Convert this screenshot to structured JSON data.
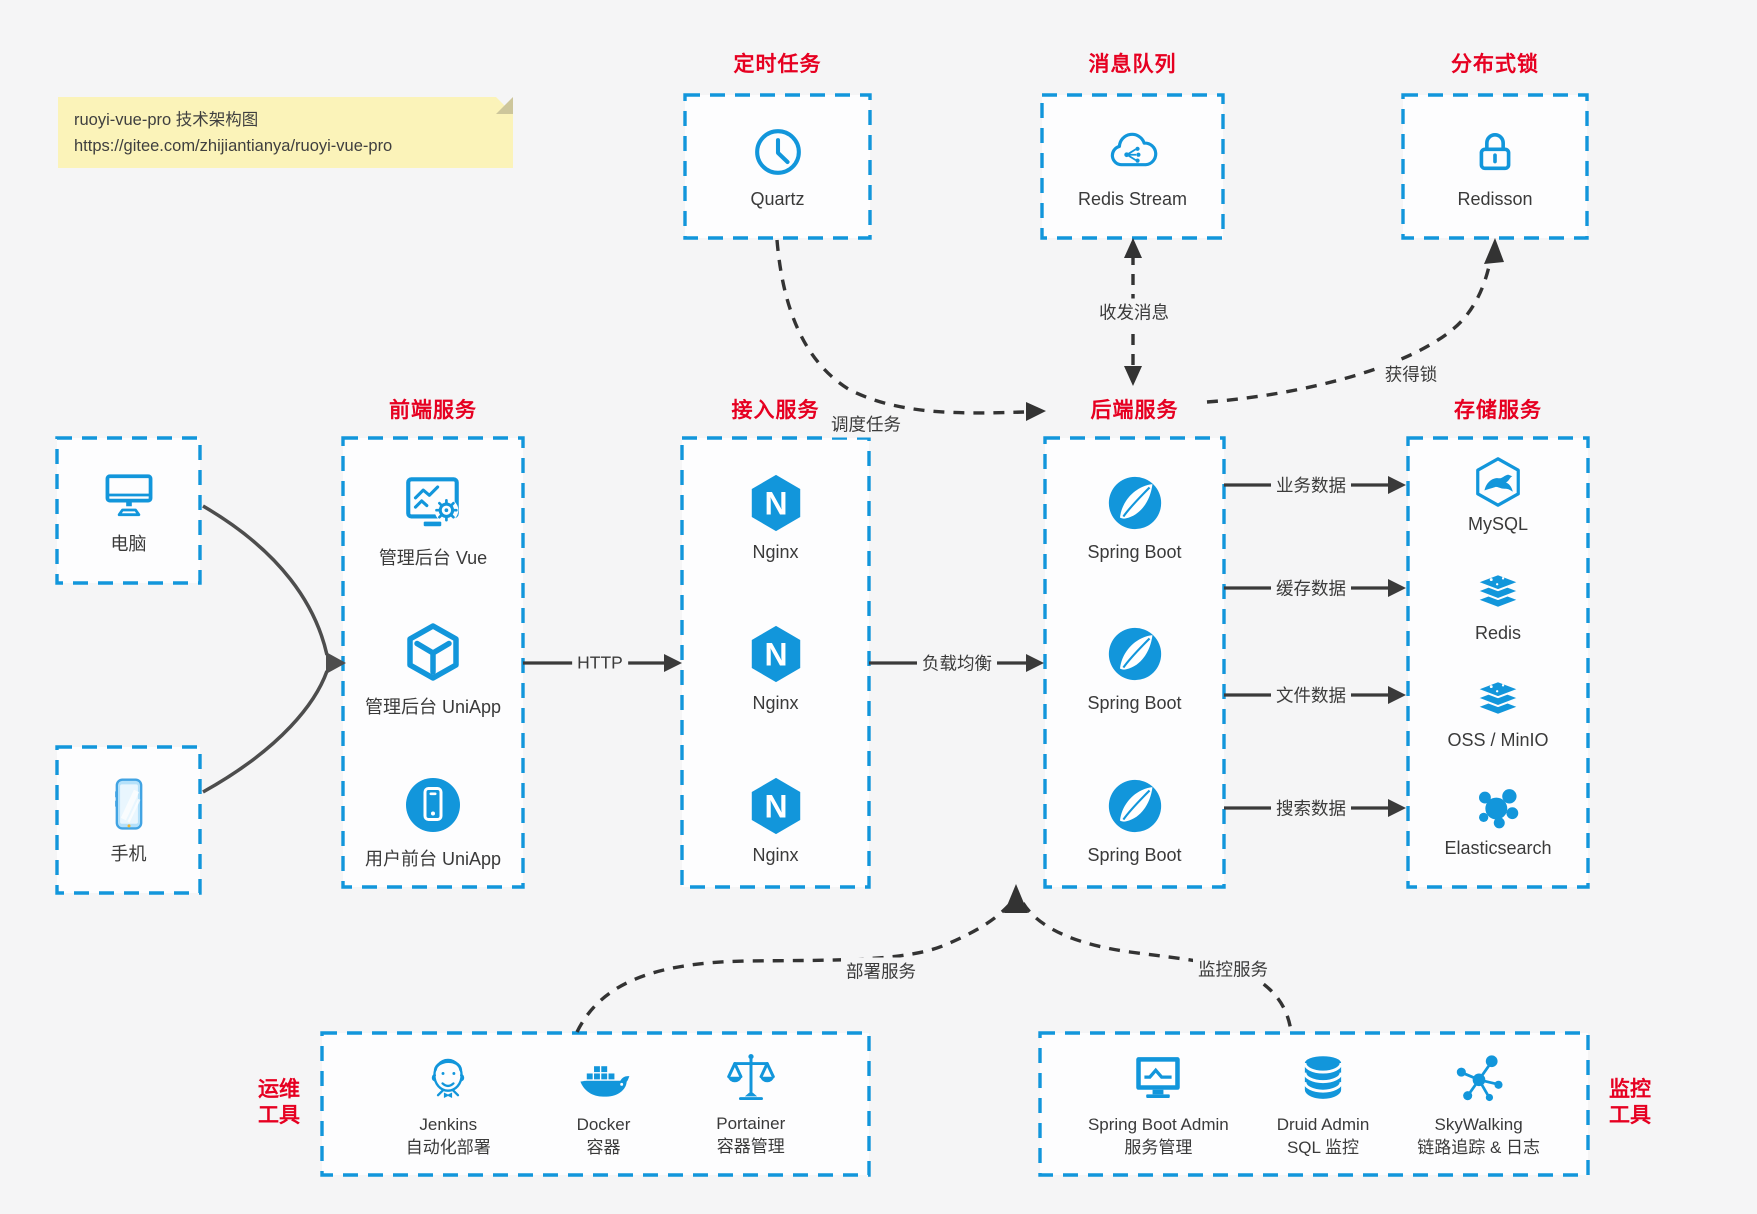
{
  "colors": {
    "accent_blue": "#1296db",
    "title_red": "#e60021",
    "arrow_dark": "#3a3a3a",
    "note_bg": "#fbf3b9",
    "canvas_bg": "#f5f5f6"
  },
  "note": {
    "line1": "ruoyi-vue-pro 技术架构图",
    "line2": "https://gitee.com/zhijiantianya/ruoyi-vue-pro"
  },
  "top_groups": [
    {
      "title": "定时任务",
      "item": {
        "icon": "clock-icon",
        "label": "Quartz"
      }
    },
    {
      "title": "消息队列",
      "item": {
        "icon": "cloud-share-icon",
        "label": "Redis Stream"
      }
    },
    {
      "title": "分布式锁",
      "item": {
        "icon": "lock-icon",
        "label": "Redisson"
      }
    }
  ],
  "clients": [
    {
      "icon": "desktop-icon",
      "label": "电脑"
    },
    {
      "icon": "smartphone-icon",
      "label": "手机"
    }
  ],
  "service_groups": [
    {
      "title": "前端服务",
      "items": [
        {
          "icon": "admin-vue-icon",
          "label": "管理后台 Vue"
        },
        {
          "icon": "uniapp-cube-icon",
          "label": "管理后台 UniApp"
        },
        {
          "icon": "user-app-icon",
          "label": "用户前台 UniApp"
        }
      ]
    },
    {
      "title": "接入服务",
      "items": [
        {
          "icon": "nginx-icon",
          "label": "Nginx"
        },
        {
          "icon": "nginx-icon",
          "label": "Nginx"
        },
        {
          "icon": "nginx-icon",
          "label": "Nginx"
        }
      ]
    },
    {
      "title": "后端服务",
      "items": [
        {
          "icon": "spring-boot-icon",
          "label": "Spring Boot"
        },
        {
          "icon": "spring-boot-icon",
          "label": "Spring Boot"
        },
        {
          "icon": "spring-boot-icon",
          "label": "Spring Boot"
        }
      ]
    },
    {
      "title": "存储服务",
      "items": [
        {
          "icon": "mysql-icon",
          "label": "MySQL"
        },
        {
          "icon": "redis-icon",
          "label": "Redis"
        },
        {
          "icon": "oss-minio-icon",
          "label": "OSS / MinIO"
        },
        {
          "icon": "elasticsearch-icon",
          "label": "Elasticsearch"
        }
      ]
    }
  ],
  "bottom_groups": [
    {
      "side_label_line1": "运维",
      "side_label_line2": "工具",
      "items": [
        {
          "icon": "jenkins-icon",
          "label": "Jenkins",
          "sublabel": "自动化部署"
        },
        {
          "icon": "docker-icon",
          "label": "Docker",
          "sublabel": "容器"
        },
        {
          "icon": "portainer-icon",
          "label": "Portainer",
          "sublabel": "容器管理"
        }
      ]
    },
    {
      "side_label_line1": "监控",
      "side_label_line2": "工具",
      "items": [
        {
          "icon": "spring-boot-admin-icon",
          "label": "Spring Boot Admin",
          "sublabel": "服务管理"
        },
        {
          "icon": "druid-icon",
          "label": "Druid Admin",
          "sublabel": "SQL 监控"
        },
        {
          "icon": "skywalking-icon",
          "label": "SkyWalking",
          "sublabel": "链路追踪 & 日志"
        }
      ]
    }
  ],
  "edge_labels": {
    "http": "HTTP",
    "load_balance": "负载均衡",
    "business_data": "业务数据",
    "cache_data": "缓存数据",
    "file_data": "文件数据",
    "search_data": "搜索数据",
    "schedule_task": "调度任务",
    "send_receive_message": "收发消息",
    "acquire_lock": "获得锁",
    "deploy_service": "部署服务",
    "monitor_service": "监控服务"
  }
}
